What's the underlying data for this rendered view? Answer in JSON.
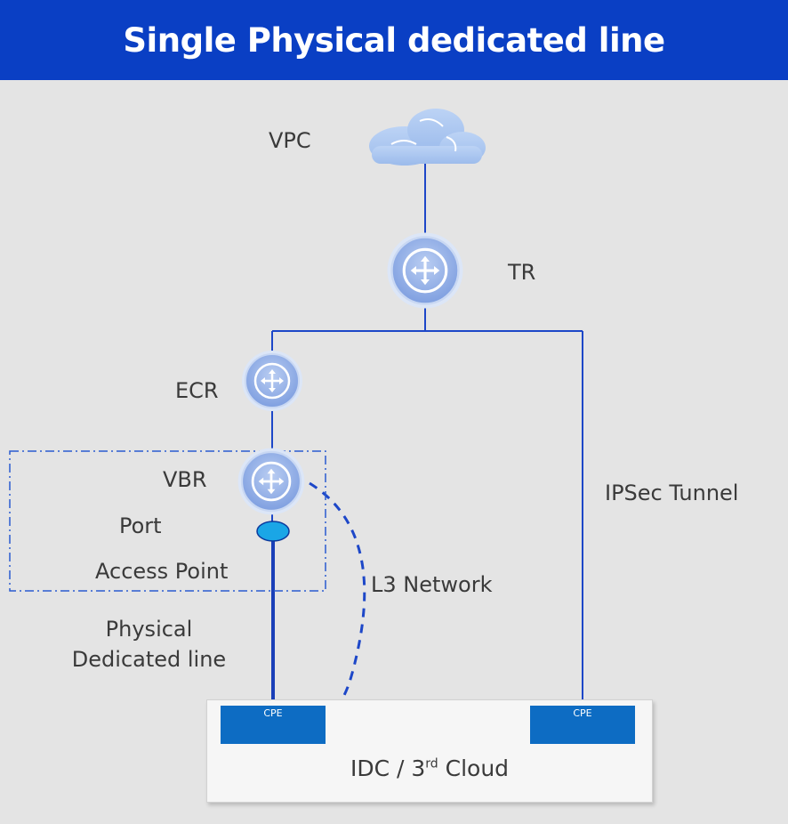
{
  "header": {
    "title": "Single Physical dedicated line"
  },
  "nodes": {
    "vpc": "VPC",
    "tr": "TR",
    "ecr": "ECR",
    "vbr": "VBR",
    "port": "Port",
    "access_point": "Access Point",
    "ipsec_tunnel": "IPSec Tunnel",
    "l3_network": "L3 Network",
    "physical_line_1": "Physical",
    "physical_line_2": "Dedicated line"
  },
  "idc": {
    "cpe_left": "CPE",
    "cpe_right": "CPE",
    "label_prefix": "IDC / 3",
    "label_sup": "rd",
    "label_suffix": " Cloud"
  },
  "colors": {
    "header_bg": "#0a3fc4",
    "line": "#1d47c8",
    "cpe": "#0d6cc3",
    "port": "#1aa6e6"
  },
  "icons": [
    "cloud-icon",
    "router-icon"
  ]
}
